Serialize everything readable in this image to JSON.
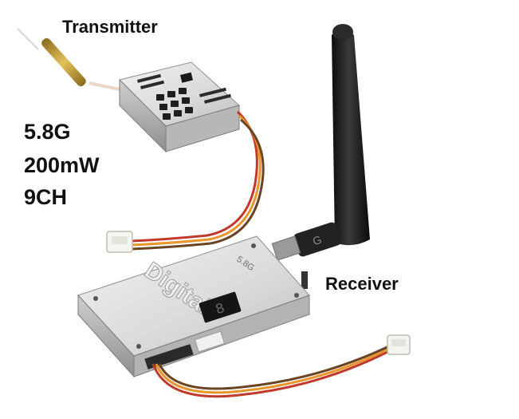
{
  "labels": {
    "transmitter": "Transmitter",
    "receiver": "Receiver",
    "frequency": "5.8G",
    "power": "200mW",
    "channels": "9CH"
  },
  "device_markings": {
    "receiver_brand": "Digital",
    "receiver_band": "5.8G",
    "display_digit": "8"
  },
  "colors": {
    "background": "#ffffff",
    "text": "#111111",
    "metal_light": "#e4e4e4",
    "metal_dark": "#9a9a9a",
    "antenna_black": "#1c1c1c",
    "wire_red": "#c0392b",
    "wire_orange": "#e8952c",
    "wire_brown": "#6b4423",
    "gold": "#c9a33a"
  }
}
